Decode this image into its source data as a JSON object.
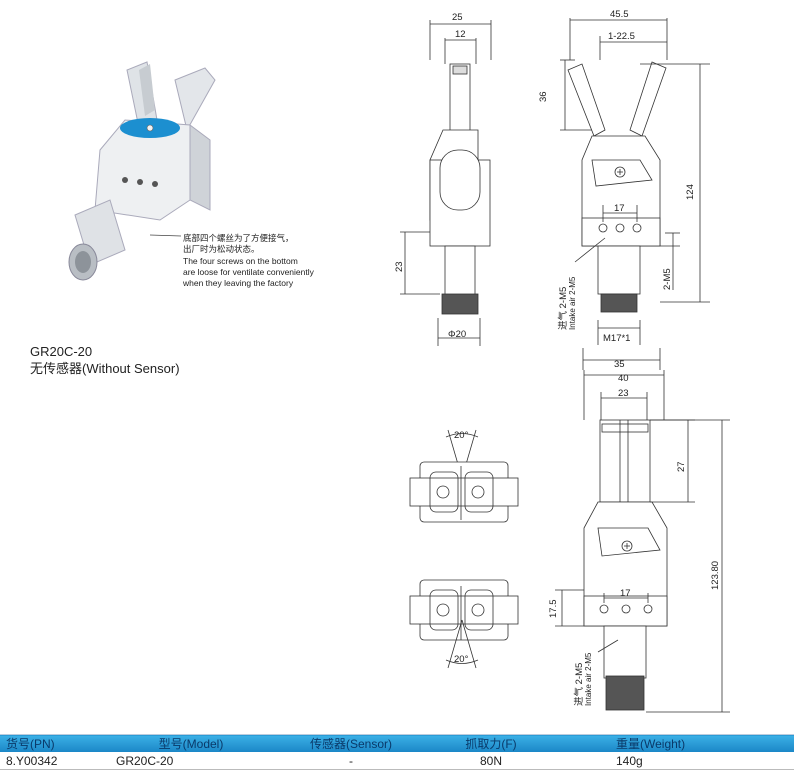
{
  "product": {
    "caption_cn": "底部四个螺丝为了方便接气，\n出厂时为松动状态。",
    "caption_en": "The four screws on the bottom\nare loose for ventilate conveniently\nwhen they leaving the factory",
    "model_title": "GR20C-20",
    "model_sub": "无传感器(Without Sensor)"
  },
  "drawing_front": {
    "dim_top": "25",
    "dim_inner": "12",
    "dim_height": "23",
    "dim_dia": "Φ20"
  },
  "drawing_side": {
    "dim_top": "45.5",
    "dim_open": "1-22.5",
    "dim_36": "36",
    "dim_124": "124",
    "dim_17": "17",
    "port_right": "2-M5",
    "port_left_cn": "进气 2-M5",
    "port_left_en": "Intake air 2-M5",
    "thread": "M17*1",
    "dim_35": "35"
  },
  "drawing_top_views": {
    "angle_top": "20°",
    "angle_bottom": "20°"
  },
  "drawing_closed": {
    "dim_40": "40",
    "dim_23": "23",
    "dim_27": "27",
    "dim_12380": "123.80",
    "dim_17": "17",
    "dim_175": "17.5",
    "port_cn": "进气 2-M5",
    "port_en": "Intake air 2-M5"
  },
  "table": {
    "headers": [
      "货号(PN)",
      "型号(Model)",
      "传感器(Sensor)",
      "抓取力(F)",
      "重量(Weight)"
    ],
    "row": [
      "8.Y00342",
      "GR20C-20",
      "-",
      "80N",
      "140g"
    ]
  }
}
